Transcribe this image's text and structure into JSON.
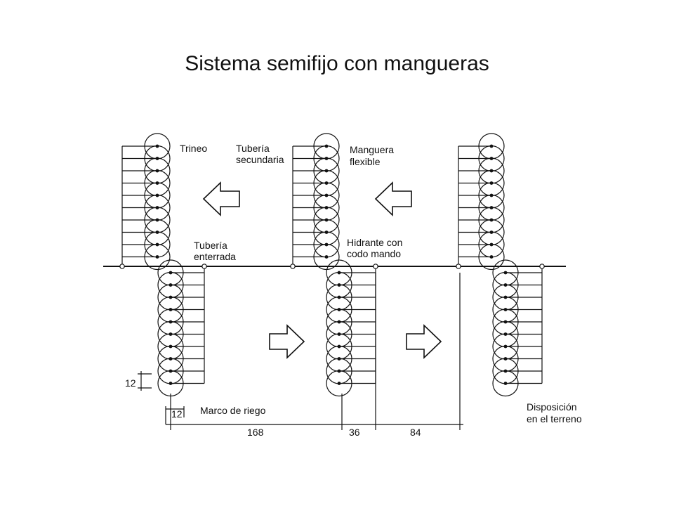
{
  "title": "Sistema semifijo con mangueras",
  "labels": {
    "trineo": "Trineo",
    "tuberia_secundaria": [
      "Tubería",
      "secundaria"
    ],
    "manguera_flexible": [
      "Manguera",
      "flexible"
    ],
    "tuberia_enterrada": [
      "Tubería",
      "enterrada"
    ],
    "hidrante": [
      "Hidrante con",
      "codo mando"
    ],
    "marco_de_riego": "Marco de riego",
    "disposicion": [
      "Disposición",
      "en el terreno"
    ]
  },
  "dimensions": {
    "spacing_vertical": "12",
    "spacing_horizontal": "12",
    "d1": "168",
    "d2": "36",
    "d3": "84"
  }
}
